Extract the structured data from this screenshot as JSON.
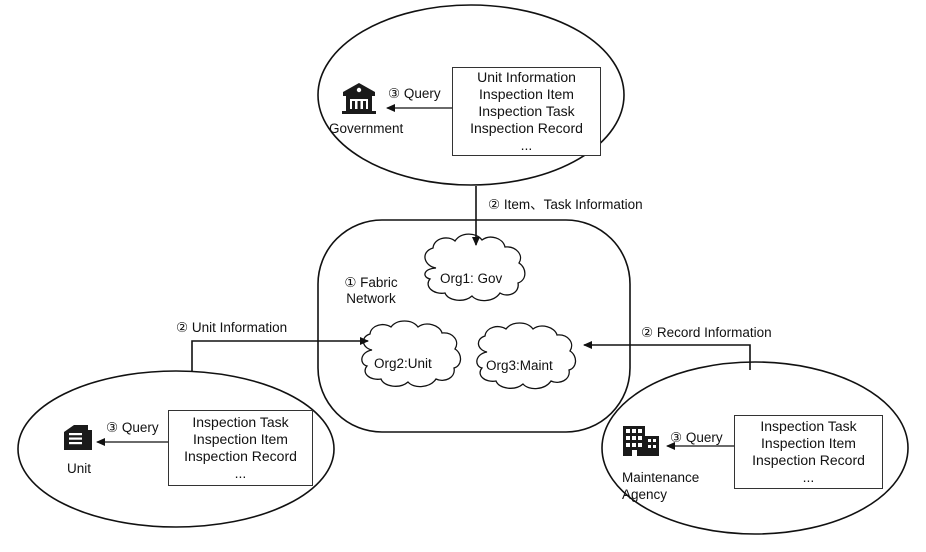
{
  "government": {
    "label": "Government",
    "query_label": "③ Query",
    "records": [
      "Unit Information",
      "Inspection Item",
      "Inspection Task",
      "Inspection Record",
      "..."
    ],
    "icon": "government-building-icon"
  },
  "unit": {
    "label": "Unit",
    "query_label": "③ Query",
    "records": [
      "Inspection Task",
      "Inspection Item",
      "Inspection Record",
      "..."
    ],
    "icon": "factory-icon"
  },
  "maintenance": {
    "label_line1": "Maintenance",
    "label_line2": "Agency",
    "query_label": "③ Query",
    "records": [
      "Inspection Task",
      "Inspection Item",
      "Inspection Record",
      "..."
    ],
    "icon": "office-building-icon"
  },
  "network": {
    "label_line1": "① Fabric",
    "label_line2": "Network",
    "org1": "Org1:  Gov",
    "org2": "Org2:Unit",
    "org3": "Org3:Maint"
  },
  "flows": {
    "gov_to_network": "② Item、Task Information",
    "unit_to_network": "② Unit Information",
    "maint_to_network": "② Record Information"
  }
}
